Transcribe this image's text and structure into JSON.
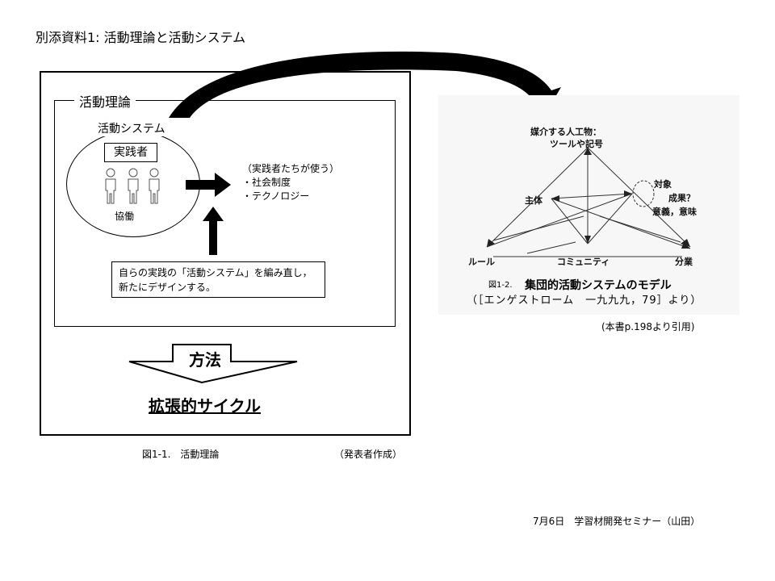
{
  "slide": {
    "title": "別添資料1: 活動理論と活動システム",
    "footer": "7月6日　学習材開発セミナー（山田）"
  },
  "figure1": {
    "frame_label": "活動理論",
    "system_label": "活動システム",
    "practitioner": "実践者",
    "collaboration": "協働",
    "tools_heading": "（実践者たちが使う）",
    "tools_items": [
      "・社会制度",
      "・テクノロジー"
    ],
    "redesign_line1": "自らの実践の「活動システム」を編み直し，",
    "redesign_line2": "新たにデザインする。",
    "method": "方法",
    "cycle": "拡張的サイクル",
    "caption": "図1-1.　活動理論",
    "author_note": "（発表者作成）"
  },
  "figure2": {
    "artifact_line1": "媒介する人工物：",
    "artifact_line2": "ツールや記号",
    "subject": "主体",
    "object": "対象",
    "outcome": "成果？",
    "sense": "意義，意味",
    "rules": "ルール",
    "community": "コミュニティ",
    "division": "分業",
    "caption_label": "図1-2.",
    "title": "集団的活動システムのモデル",
    "source": "（［エンゲストローム　一九九九，79］より）",
    "citation": "(本書p.198より引用)"
  }
}
